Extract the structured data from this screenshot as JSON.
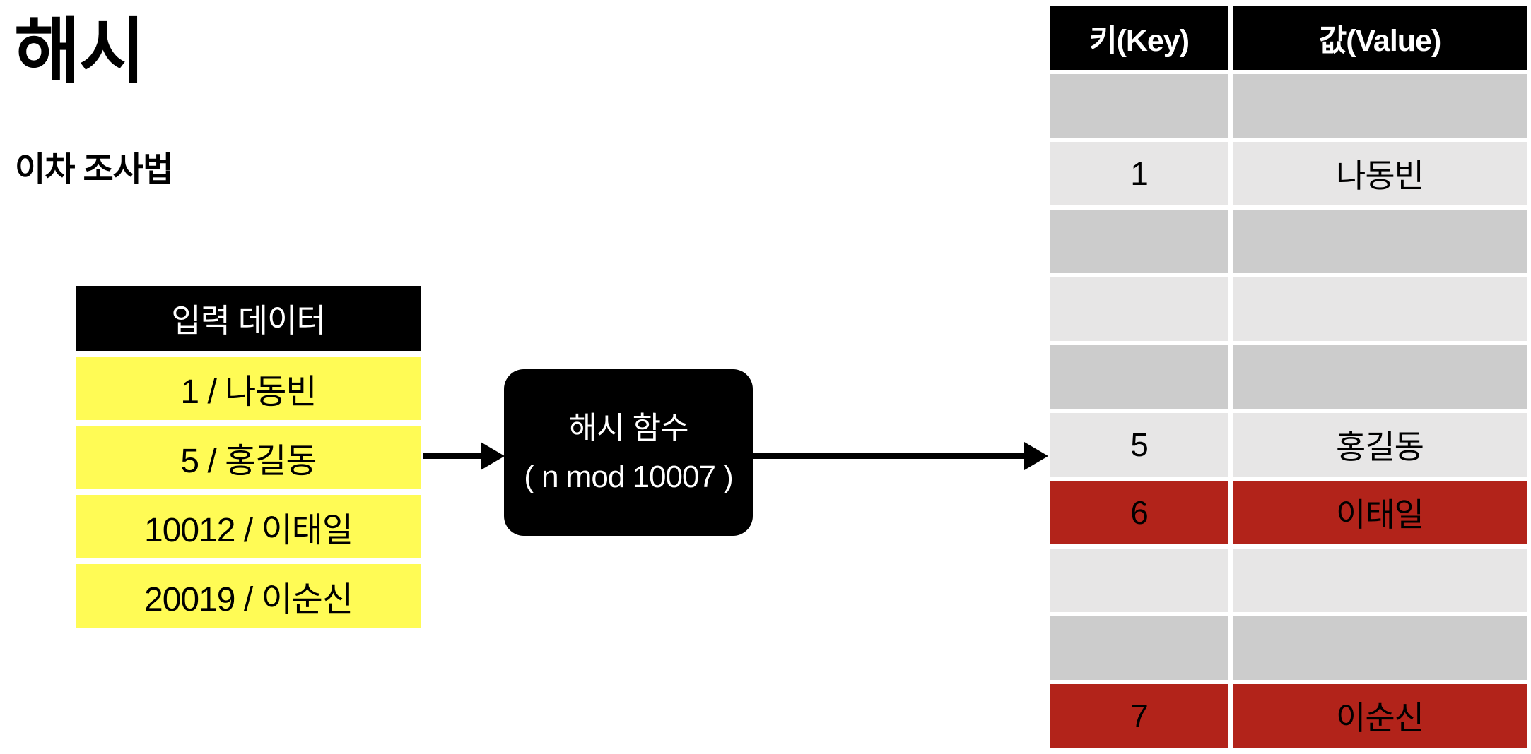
{
  "page": {
    "title": "해시",
    "subtitle": "이차 조사법"
  },
  "input_table": {
    "header": "입력 데이터",
    "rows": [
      "1 / 나동빈",
      "5 / 홍길동",
      "10012 / 이태일",
      "20019 / 이순신"
    ]
  },
  "hash_box": {
    "line1": "해시 함수",
    "line2": "( n mod 10007 )"
  },
  "hash_table": {
    "columns": [
      "키(Key)",
      "값(Value)"
    ],
    "rows": [
      {
        "key": "",
        "value": "",
        "state": "dark"
      },
      {
        "key": "1",
        "value": "나동빈",
        "state": "light"
      },
      {
        "key": "",
        "value": "",
        "state": "dark"
      },
      {
        "key": "",
        "value": "",
        "state": "light"
      },
      {
        "key": "",
        "value": "",
        "state": "dark"
      },
      {
        "key": "5",
        "value": "홍길동",
        "state": "light"
      },
      {
        "key": "6",
        "value": "이태일",
        "state": "red"
      },
      {
        "key": "",
        "value": "",
        "state": "light"
      },
      {
        "key": "",
        "value": "",
        "state": "dark"
      },
      {
        "key": "7",
        "value": "이순신",
        "state": "red"
      }
    ]
  },
  "colors": {
    "background": "#FFFFFF",
    "header_black": "#000000",
    "header_text": "#FFFFFF",
    "input_row_yellow": "#FFFB55",
    "slot_empty_dark": "#CCCCCC",
    "slot_empty_light": "#E7E6E6",
    "slot_collision_red": "#B2231A",
    "arrow_black": "#000000"
  }
}
